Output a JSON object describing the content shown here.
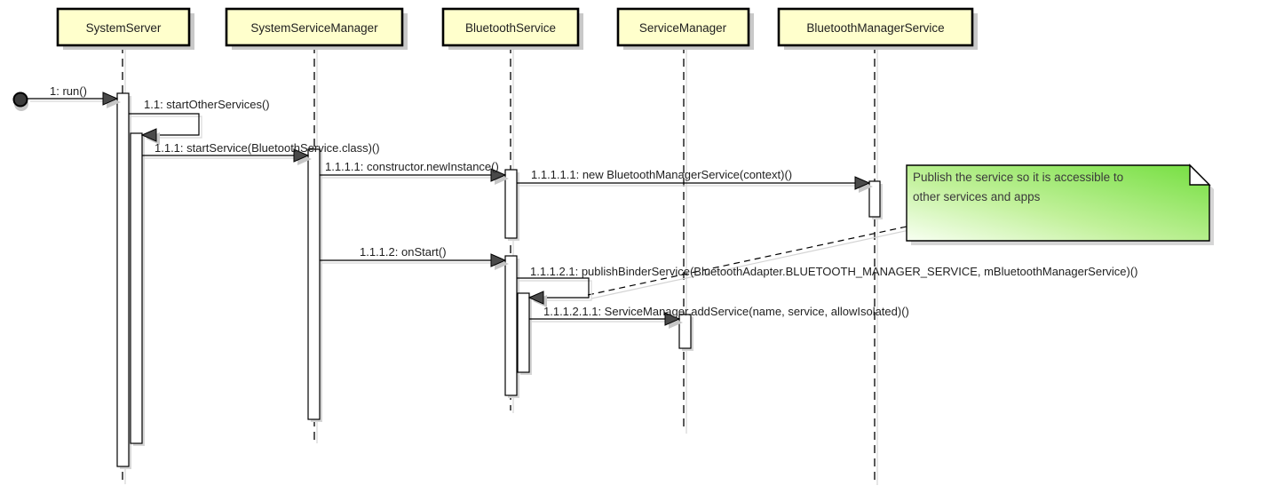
{
  "diagram": {
    "kind": "uml-sequence-diagram",
    "participants": [
      {
        "name": "SystemServer"
      },
      {
        "name": "SystemServiceManager"
      },
      {
        "name": "BluetoothService"
      },
      {
        "name": "ServiceManager"
      },
      {
        "name": "BluetoothManagerService"
      }
    ],
    "messages": [
      {
        "label": "1: run()",
        "from": "start",
        "to": "SystemServer",
        "kind": "found"
      },
      {
        "label": "1.1: startOtherServices()",
        "from": "SystemServer",
        "to": "SystemServer",
        "kind": "self"
      },
      {
        "label": "1.1.1: startService(BluetoothService.class)()",
        "from": "SystemServer",
        "to": "SystemServiceManager",
        "kind": "call"
      },
      {
        "label": "1.1.1.1: constructor.newInstance()",
        "from": "SystemServiceManager",
        "to": "BluetoothService",
        "kind": "call"
      },
      {
        "label": "1.1.1.1.1: new BluetoothManagerService(context)()",
        "from": "BluetoothService",
        "to": "BluetoothManagerService",
        "kind": "call"
      },
      {
        "label": "1.1.1.2: onStart()",
        "from": "SystemServiceManager",
        "to": "BluetoothService",
        "kind": "call"
      },
      {
        "label": "1.1.1.2.1: publishBinderService(BluetoothAdapter.BLUETOOTH_MANAGER_SERVICE, mBluetoothManagerService)()",
        "from": "BluetoothService",
        "to": "BluetoothService",
        "kind": "self"
      },
      {
        "label": "1.1.1.2.1.1: ServiceManager.addService(name, service, allowIsolated)()",
        "from": "BluetoothService",
        "to": "ServiceManager",
        "kind": "call"
      }
    ],
    "note": {
      "line1": "Publish the service so it is accessible to",
      "line2": "other services and apps",
      "attached_to": "1.1.1.2.1: publishBinderService"
    },
    "colors": {
      "participant_fill": "#ffffcc",
      "note_green": "#7ee14b",
      "note_light": "#f8fff2",
      "line": "#000000",
      "arrow_fill": "#4a4a4a",
      "shadow": "#c9c9c9",
      "background": "#ffffff"
    }
  }
}
